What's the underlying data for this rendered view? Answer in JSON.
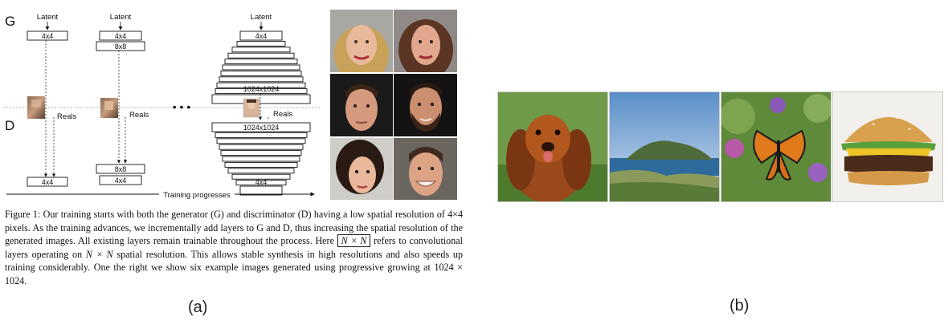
{
  "figure_a": {
    "g_label": "G",
    "d_label": "D",
    "latent_labels": [
      "Latent",
      "Latent",
      "Latent"
    ],
    "reals_labels": [
      "Reals",
      "Reals",
      "Reals"
    ],
    "ellipsis": "• • •",
    "g_boxes": {
      "stage1": [
        "4x4"
      ],
      "stage2": [
        "4x4",
        "8x8"
      ],
      "stage3_top": "4x4",
      "stage3_bottom": "1024x1024"
    },
    "d_boxes": {
      "stage1": [
        "4x4"
      ],
      "stage2": [
        "8x8",
        "4x4"
      ],
      "stage3_top": "1024x1024",
      "stage3_bottom": "4x4"
    },
    "axis_label": "Training progresses",
    "faces": [
      "blonde-woman-face",
      "brunette-woman-face",
      "man-face",
      "bearded-man-face",
      "short-hair-woman-face",
      "smiling-man-face"
    ],
    "caption": {
      "part1": "Figure 1: Our training starts with both the generator (G) and discriminator (D) having a low spatial resolution of 4×4 pixels. As the training advances, we incrementally add layers to G and D, thus increasing the spatial resolution of the generated images. All existing layers remain trainable throughout the process. Here",
      "boxed_math": "N × N",
      "part2": "refers to convolutional layers operating on",
      "math2": "N × N",
      "part3": "spatial resolution. This allows stable synthesis in high resolutions and also speeds up training considerably. One the right we show six example images generated using progressive growing at 1024 × 1024."
    },
    "label": "(a)"
  },
  "figure_b": {
    "images": [
      "dog-photo",
      "coastal-island-photo",
      "butterfly-photo",
      "hamburger-photo"
    ],
    "label": "(b)"
  }
}
